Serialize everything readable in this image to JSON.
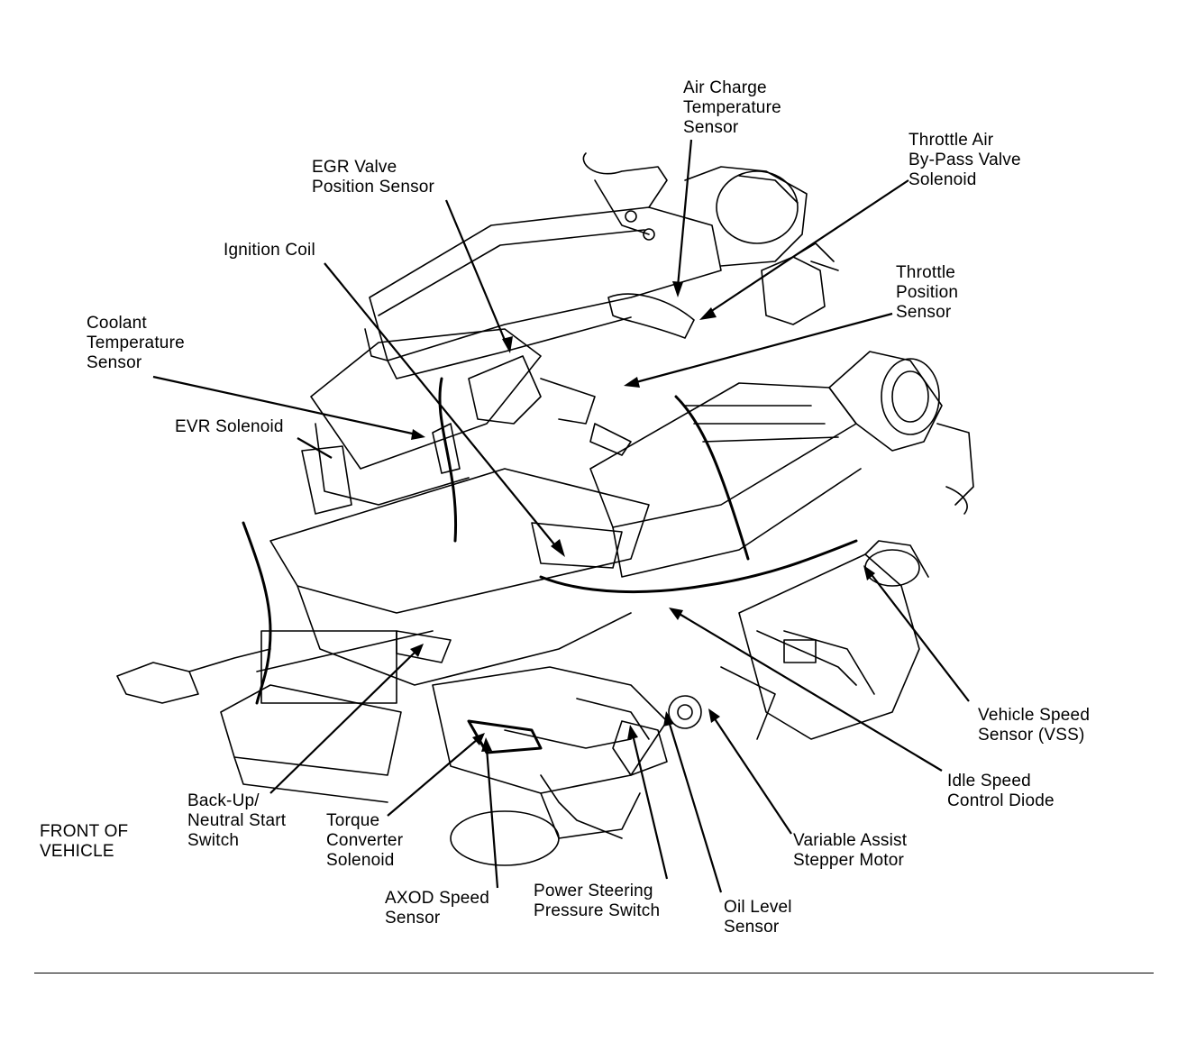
{
  "labels": {
    "air_charge_temperature_sensor": [
      "Air Charge",
      "Temperature",
      "Sensor"
    ],
    "throttle_air_bypass_valve_solenoid": [
      "Throttle Air",
      "By-Pass Valve",
      "Solenoid"
    ],
    "egr_valve_position_sensor": [
      "EGR Valve",
      "Position Sensor"
    ],
    "ignition_coil": [
      "Ignition Coil"
    ],
    "throttle_position_sensor": [
      "Throttle",
      "Position",
      "Sensor"
    ],
    "coolant_temperature_sensor": [
      "Coolant",
      "Temperature",
      "Sensor"
    ],
    "evr_solenoid": [
      "EVR Solenoid"
    ],
    "vehicle_speed_sensor": [
      "Vehicle Speed",
      "Sensor (VSS)"
    ],
    "idle_speed_control_diode": [
      "Idle Speed",
      "Control Diode"
    ],
    "back_up_neutral_start_switch": [
      "Back-Up/",
      "Neutral Start",
      "Switch"
    ],
    "torque_converter_solenoid": [
      "Torque",
      "Converter",
      "Solenoid"
    ],
    "variable_assist_stepper_motor": [
      "Variable Assist",
      "Stepper Motor"
    ],
    "axod_speed_sensor": [
      "AXOD Speed",
      "Sensor"
    ],
    "power_steering_pressure_switch": [
      "Power Steering",
      "Pressure Switch"
    ],
    "oil_level_sensor": [
      "Oil Level",
      "Sensor"
    ],
    "front_of_vehicle": [
      "FRONT OF",
      "VEHICLE"
    ]
  },
  "icons": {
    "engine": "engine-line-drawing-icon"
  }
}
